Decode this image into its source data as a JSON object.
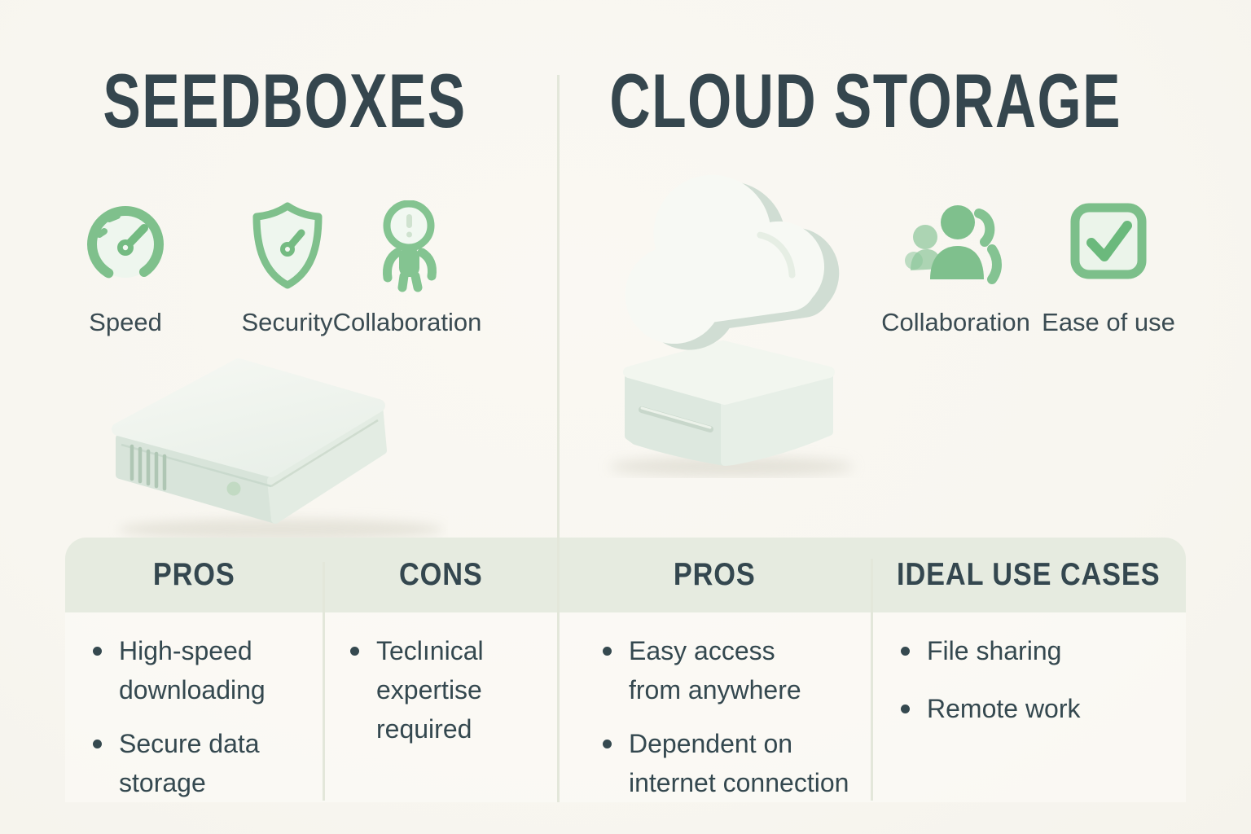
{
  "theme": {
    "background": "#f8f6f0",
    "accent_green": "#7fc08c",
    "accent_green_dark": "#69b87b",
    "accent_green_pale": "#edf5ec",
    "header_band": "#e6ebe0",
    "divider": "#e3e7da",
    "text_dark": "#35484f"
  },
  "left": {
    "title": "SEEDBOXES",
    "features": [
      {
        "icon": "speedometer-icon",
        "label": "Speed"
      },
      {
        "icon": "shield-icon",
        "label": "Security"
      },
      {
        "icon": "person-icon",
        "label": "Collaboration"
      }
    ],
    "illustration": "seedbox-device",
    "table": {
      "columns": [
        {
          "header": "PROS",
          "items": [
            "High-speed\ndownloading",
            "Secure data\nstorage"
          ]
        },
        {
          "header": "CONS",
          "items": [
            "Teclınical\nexpertise\nrequired"
          ]
        }
      ]
    }
  },
  "right": {
    "title": "CLOUD STORAGE",
    "features": [
      {
        "icon": "people-icon",
        "label": "Collaboration"
      },
      {
        "icon": "checkbox-check-icon",
        "label": "Ease of use"
      }
    ],
    "illustration": "cloud-on-storage-box",
    "table": {
      "columns": [
        {
          "header": "PROS",
          "items": [
            "Easy access\nfrom anywhere",
            "Dependent on\ninternet connection"
          ]
        },
        {
          "header": "IDEAL USE CASES",
          "items": [
            "File sharing",
            "Remote work"
          ]
        }
      ]
    }
  }
}
